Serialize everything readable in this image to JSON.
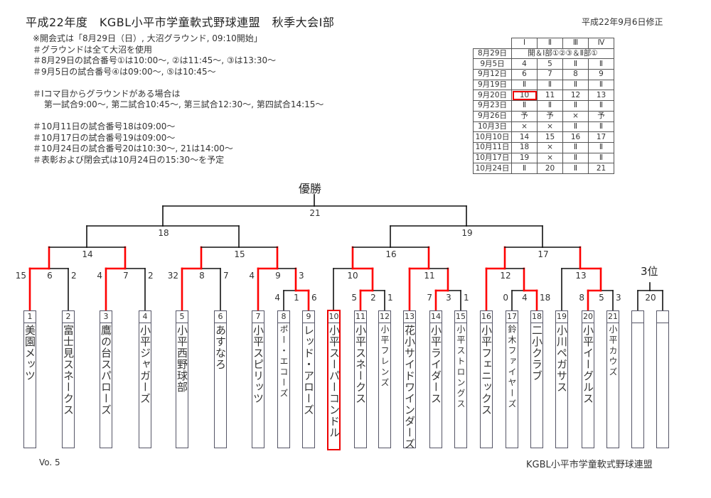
{
  "header": {
    "title": "平成22年度　KGBL小平市学童軟式野球連盟　秋季大会Ⅰ部",
    "revised": "平成22年9月6日修正"
  },
  "notes": [
    "※開会式は「8月29日（日）, 大沼グラウンド, 09:10開始」",
    "＃グラウンドは全て大沼を使用",
    "＃8月29日の試合番号①は10:00～, ②は11:45～, ③は13:30～",
    "＃9月5日の試合番号④は09:00～, ⑤は10:45～",
    "",
    "＃Ⅰコマ目からグラウンドがある場合は",
    "　 第一試合9:00～, 第二試合10:45～, 第三試合12:30～, 第四試合14:15～",
    "",
    "＃10月11日の試合番号18は09:00～",
    "＃10月17日の試合番号19は09:00～",
    "＃10月24日の試合番号20は10:30～, 21は14:00～",
    "＃表彰および閉会式は10月24日の15:30～を予定"
  ],
  "schedule": {
    "columns": [
      "Ⅰ",
      "Ⅱ",
      "Ⅲ",
      "Ⅳ"
    ],
    "opening": {
      "date": "8月29日",
      "text": "開＆Ⅰ部①②③＆Ⅱ部①"
    },
    "rows": [
      {
        "date": "9月5日",
        "cells": [
          "4",
          "5",
          "Ⅱ",
          "Ⅱ"
        ]
      },
      {
        "date": "9月12日",
        "cells": [
          "6",
          "7",
          "8",
          "9"
        ]
      },
      {
        "date": "9月19日",
        "cells": [
          "Ⅱ",
          "Ⅱ",
          "Ⅱ",
          "Ⅱ"
        ]
      },
      {
        "date": "9月20日",
        "cells": [
          "10",
          "11",
          "12",
          "13"
        ]
      },
      {
        "date": "9月23日",
        "cells": [
          "Ⅱ",
          "Ⅱ",
          "Ⅱ",
          "Ⅱ"
        ]
      },
      {
        "date": "9月26日",
        "cells": [
          "予",
          "予",
          "×",
          "予"
        ]
      },
      {
        "date": "10月3日",
        "cells": [
          "×",
          "×",
          "Ⅱ",
          "Ⅱ"
        ]
      },
      {
        "date": "10月10日",
        "cells": [
          "14",
          "15",
          "16",
          "17"
        ]
      },
      {
        "date": "10月11日",
        "cells": [
          "18",
          "×",
          "Ⅱ",
          "Ⅱ"
        ]
      },
      {
        "date": "10月17日",
        "cells": [
          "19",
          "×",
          "Ⅱ",
          "Ⅱ"
        ]
      },
      {
        "date": "10月24日",
        "cells": [
          "Ⅱ",
          "20",
          "Ⅱ",
          "21"
        ]
      }
    ],
    "highlight_color": "#e00000"
  },
  "bracket": {
    "champion_label": "優勝",
    "third_place_label": "3位",
    "win_color": "#ff0000",
    "matches": {
      "m1": {
        "no": "1",
        "left": "4",
        "right": "6"
      },
      "m2": {
        "no": "2",
        "left": "5",
        "right": "1"
      },
      "m3": {
        "no": "3",
        "left": "7",
        "right": "1"
      },
      "m4": {
        "no": "4",
        "left": "0",
        "right": "18"
      },
      "m5": {
        "no": "5",
        "left": "8",
        "right": "3"
      },
      "m6": {
        "no": "6",
        "left": "15",
        "right": "2"
      },
      "m7": {
        "no": "7",
        "left": "4",
        "right": "2"
      },
      "m8": {
        "no": "8",
        "left": "32",
        "right": "7"
      },
      "m9": {
        "no": "9",
        "left": "4",
        "right": "3"
      },
      "m10": {
        "no": "10"
      },
      "m11": {
        "no": "11"
      },
      "m12": {
        "no": "12"
      },
      "m13": {
        "no": "13"
      },
      "m14": {
        "no": "14"
      },
      "m15": {
        "no": "15"
      },
      "m16": {
        "no": "16"
      },
      "m17": {
        "no": "17"
      },
      "m18": {
        "no": "18"
      },
      "m19": {
        "no": "19"
      },
      "m20": {
        "no": "20"
      },
      "m21": {
        "no": "21"
      }
    },
    "teams": [
      {
        "no": "1",
        "name": "美園メッツ"
      },
      {
        "no": "2",
        "name": "富士見スネークス"
      },
      {
        "no": "3",
        "name": "鷹の台スパローズ"
      },
      {
        "no": "4",
        "name": "小平ジャガーズ"
      },
      {
        "no": "5",
        "name": "小平西野球部"
      },
      {
        "no": "6",
        "name": "あすなろ"
      },
      {
        "no": "7",
        "name": "小平スピリッツ"
      },
      {
        "no": "8",
        "name": "ポー・エコーズ"
      },
      {
        "no": "9",
        "name": "レッド・アローズ"
      },
      {
        "no": "10",
        "name": "小平スーパーコンドル",
        "selected": true
      },
      {
        "no": "11",
        "name": "小平スネークス"
      },
      {
        "no": "12",
        "name": "小平フレンズ"
      },
      {
        "no": "13",
        "name": "花小サイドワインダーズ"
      },
      {
        "no": "14",
        "name": "小平ライダース"
      },
      {
        "no": "15",
        "name": "小平ストロングス"
      },
      {
        "no": "16",
        "name": "小平フェニックス"
      },
      {
        "no": "17",
        "name": "鈴木ファイヤーズ"
      },
      {
        "no": "18",
        "name": "二小クラブ"
      },
      {
        "no": "19",
        "name": "小川ペガサス"
      },
      {
        "no": "20",
        "name": "小平イーグルス"
      },
      {
        "no": "21",
        "name": "小平カウズ"
      },
      {
        "no": "",
        "name": ""
      },
      {
        "no": "",
        "name": ""
      }
    ]
  },
  "footer": {
    "version": "Vo. 5",
    "org": "KGBL小平市学童軟式野球連盟"
  }
}
